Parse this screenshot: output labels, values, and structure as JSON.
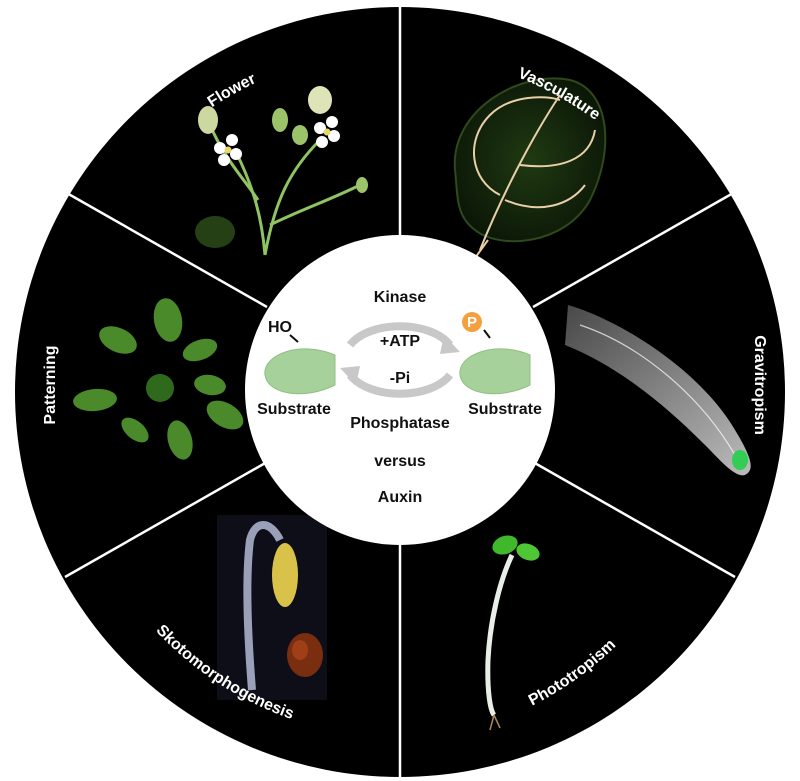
{
  "segments": [
    {
      "label": "Vasculature"
    },
    {
      "label": "Gravitropism"
    },
    {
      "label": "Phototropism"
    },
    {
      "label": "Skotomorphogenesis"
    },
    {
      "label": "Patterning"
    },
    {
      "label": "Flower"
    }
  ],
  "center": {
    "kinase": "Kinase",
    "atp": "+ATP",
    "pi": "-Pi",
    "phosphatase": "Phosphatase",
    "versus": "versus",
    "auxin": "Auxin",
    "substrate_left": "Substrate",
    "substrate_right": "Substrate",
    "ho": "HO",
    "p": "P"
  },
  "colors": {
    "wheel_bg": "#000000",
    "divider": "#ffffff",
    "center_bg": "#ffffff",
    "substrate_fill": "#a6d19a",
    "phospho_fill": "#f4a03c",
    "arrow": "#bfbfbf"
  }
}
